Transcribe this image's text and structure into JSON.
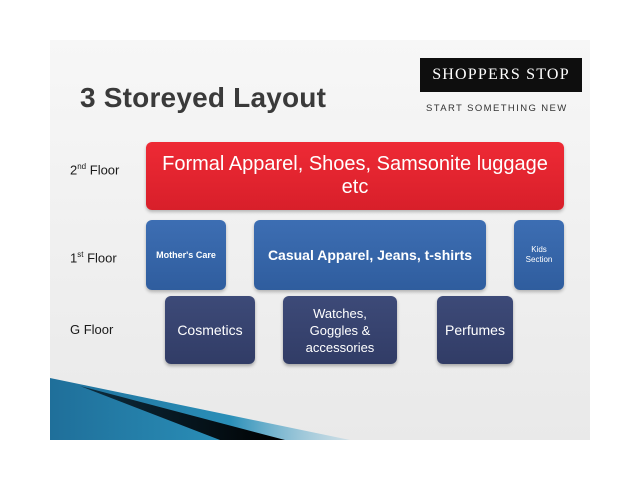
{
  "title": "3 Storeyed Layout",
  "logo": {
    "name": "SHOPPERS STOP",
    "tagline": "START SOMETHING NEW"
  },
  "floors": {
    "second": {
      "label": "2",
      "sup": "nd",
      "suffix": " Floor"
    },
    "first": {
      "label": "1",
      "sup": "st",
      "suffix": " Floor"
    },
    "ground": {
      "label": "G Floor"
    }
  },
  "blocks": {
    "second_floor": "Formal Apparel, Shoes, Samsonite luggage etc",
    "mothers_care": "Mother's Care",
    "casual": "Casual Apparel, Jeans, t-shirts",
    "kids_line1": "Kids",
    "kids_line2": "Section",
    "cosmetics": "Cosmetics",
    "watches_line1": "Watches,",
    "watches_line2": "Goggles &",
    "watches_line3": "accessories",
    "perfumes": "Perfumes"
  },
  "colors": {
    "second_floor": "#e8262f",
    "first_floor": "#3665aa",
    "ground_floor": "#36426e",
    "logo_bg": "#0e0e0e"
  }
}
